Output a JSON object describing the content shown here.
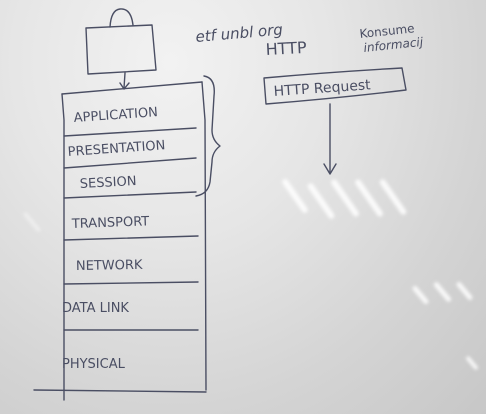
{
  "whiteboard": {
    "website_note": "etf unbl org",
    "protocol": "HTTP",
    "note_line1": "Konsume",
    "note_line2": "informacij",
    "request_box": "HTTP Request",
    "layers": [
      "APPLICATION",
      "PRESENTATION",
      "SESSION",
      "TRANSPORT",
      "NETWORK",
      "DATA LINK",
      "PHYSICAL"
    ]
  },
  "colors": {
    "ink": "#4a4e63",
    "board": "#e6e6e6"
  }
}
